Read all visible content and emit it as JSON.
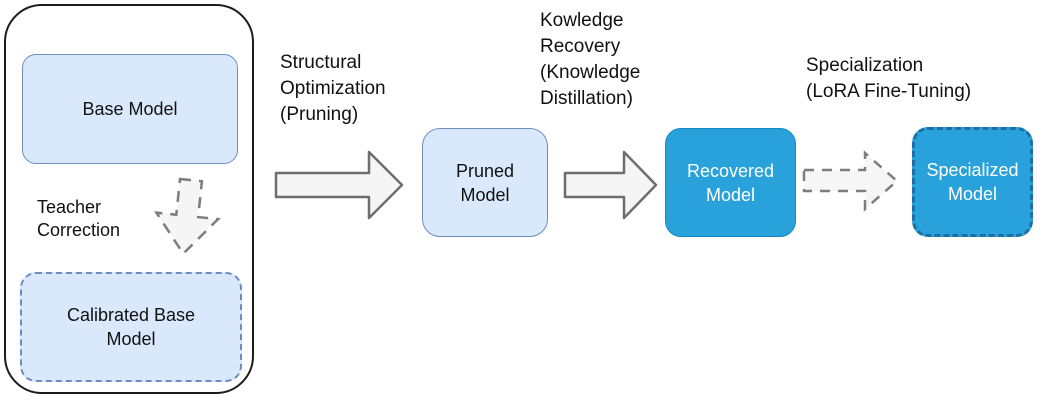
{
  "diagram": {
    "nodes": {
      "base_model": {
        "label": "Base Model"
      },
      "calibrated_base_model": {
        "label": "Calibrated Base\nModel"
      },
      "pruned_model": {
        "label": "Pruned\nModel"
      },
      "recovered_model": {
        "label": "Recovered\nModel"
      },
      "specialized_model": {
        "label": "Specialized\nModel"
      }
    },
    "annotations": {
      "teacher_correction": "Teacher\nCorrection",
      "structural_optimization": "Structural\nOptimization\n(Pruning)",
      "knowledge_recovery": "Kowledge\nRecovery\n(Knowledge\nDistillation)",
      "specialization": "Specialization\n(LoRA Fine-Tuning)"
    },
    "icons": {
      "teacher_correction_arrow": "arrow-down-dashed-icon",
      "pruning_arrow": "arrow-right-icon",
      "distillation_arrow": "arrow-right-icon",
      "specialization_arrow": "arrow-right-dashed-icon"
    },
    "colors": {
      "light_node_fill": "#dae8fc",
      "light_node_stroke": "#6c8ebf",
      "accent_node_fill": "#29a2dc",
      "accent_node_stroke": "#1687c3",
      "accent_node_dashed_stroke": "#1d6fa5",
      "arrow_fill": "#f5f5f5",
      "arrow_stroke": "#6e6e6e",
      "container_stroke": "#1c1c1c",
      "text_dark": "#111111",
      "text_light": "#ffffff"
    }
  }
}
